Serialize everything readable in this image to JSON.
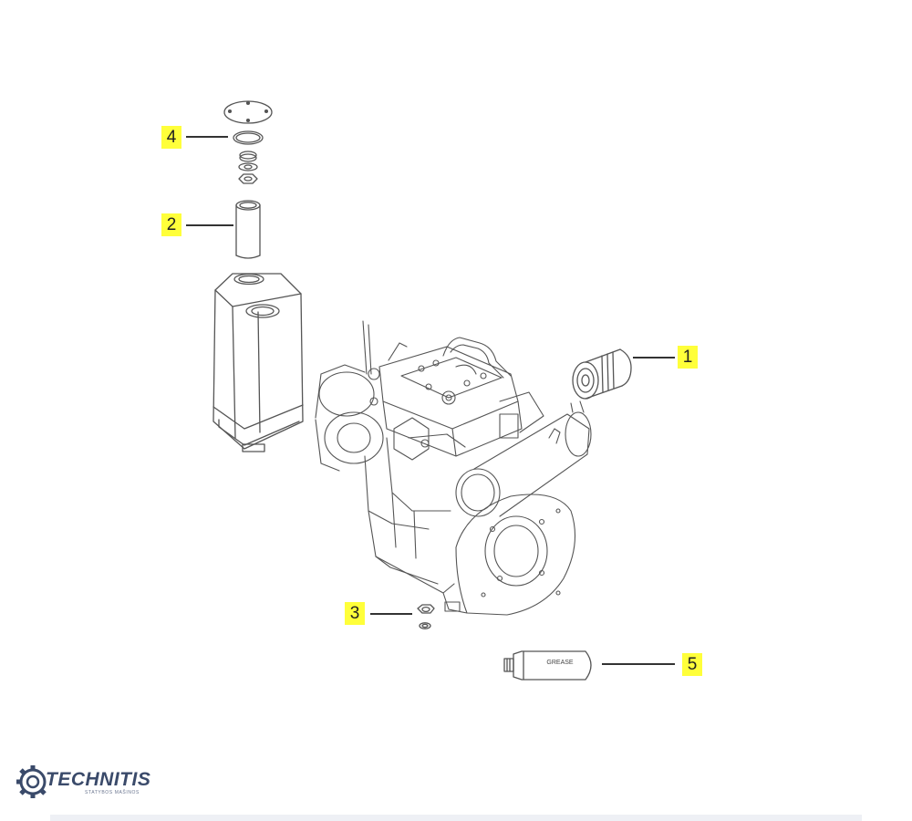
{
  "callouts": [
    {
      "id": "1",
      "label": "1"
    },
    {
      "id": "2",
      "label": "2"
    },
    {
      "id": "3",
      "label": "3"
    },
    {
      "id": "4",
      "label": "4"
    },
    {
      "id": "5",
      "label": "5"
    }
  ],
  "grease_label": "GREASE",
  "logo": {
    "name": "TECHNITIS",
    "tagline": "STATYBOS MAŠINOS",
    "color": "#3a4a6a"
  },
  "colors": {
    "callout_bg": "#ffff3a",
    "line": "#555555"
  }
}
